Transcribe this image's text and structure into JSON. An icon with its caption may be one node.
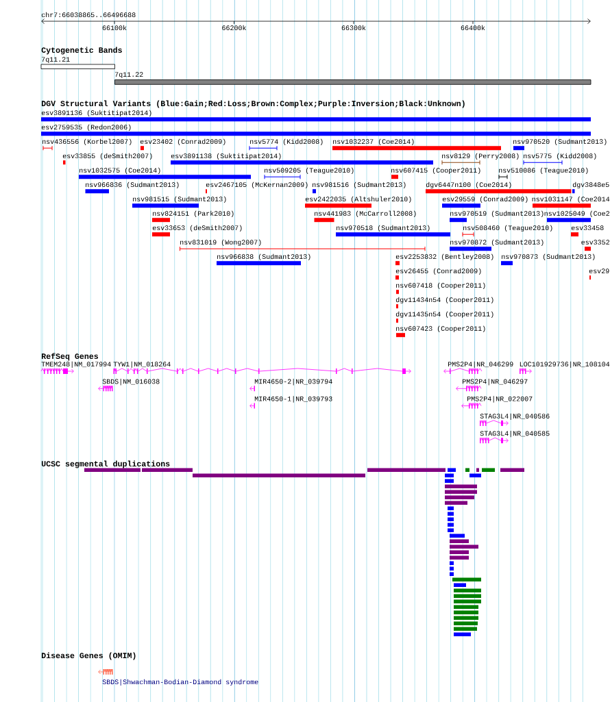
{
  "diagram": {
    "labels": [
      "chr7:66038865..66496688",
      "66100k",
      "66200k",
      "66300k",
      "66400k",
      "Cytogenetic Bands",
      "7q11.21",
      "7q11.22",
      "DGV Structural Variants (Blue:Gain;Red:Loss;Brown:Complex;Purple:Inversion;Black:Unknown)",
      "esv3891136 (Suktitipat2014)",
      "esv2759535 (Redon2006)",
      "nsv436556 (Korbel2007)",
      "esv23402 (Conrad2009)",
      "nsv5774 (Kidd2008)",
      "nsv1032237 (Coe2014)",
      "nsv970520 (Sudmant2013)",
      "esv33855 (deSmith2007)",
      "esv3891138 (Suktitipat2014)",
      "nsv8129 (Perry2008)",
      "nsv5775 (Kidd2008)",
      "nsv1032575 (Coe2014)",
      "nsv509205 (Teague2010)",
      "nsv607415 (Cooper2011)",
      "nsv510086 (Teague2010)",
      "nsv966836 (Sudmant2013)",
      "esv2467105 (McKernan2009)",
      "nsv981516 (Sudmant2013)",
      "dgv6447n100 (Coe2014)",
      "dgv3848e5",
      "nsv981515 (Sudmant2013)",
      "esv2422035 (Altshuler2010)",
      "esv29559 (Conrad2009)",
      "nsv1031147 (Coe2014",
      "nsv824151 (Park2010)",
      "nsv441983 (McCarroll2008)",
      "nsv970519 (Sudmant2013)",
      "nsv1025049 (Coe2",
      "esv33653 (deSmith2007)",
      "nsv970518 (Sudmant2013)",
      "nsv508460 (Teague2010)",
      "esv33458",
      "nsv831019 (Wong2007)",
      "nsv970872 (Sudmant2013)",
      "esv3352",
      "nsv966838 (Sudmant2013)",
      "esv2253832 (Bentley2008)",
      "nsv970873 (Sudmant2013)",
      "esv26455 (Conrad2009)",
      "esv29",
      "nsv607418 (Cooper2011)",
      "dgv11434n54 (Cooper2011)",
      "dgv11435n54 (Cooper2011)",
      "nsv607423 (Cooper2011)",
      "RefSeq Genes",
      "TMEM248|NM_017994",
      "TYW1|NM_018264",
      "PMS2P4|NR_046299",
      "LOC101929736|NR_108104",
      "SBDS|NM_016038",
      "MIR4650-2|NR_039794",
      "PMS2P4|NR_046297",
      "MIR4650-1|NR_039793",
      "PMS2P4|NR_022007",
      "STAG3L4|NR_040586",
      "STAG3L4|NR_040585",
      "UCSC segmental duplications",
      "Disease Genes (OMIM)",
      "SBDS|Shwachman-Bodian-Diamond syndrome"
    ]
  }
}
